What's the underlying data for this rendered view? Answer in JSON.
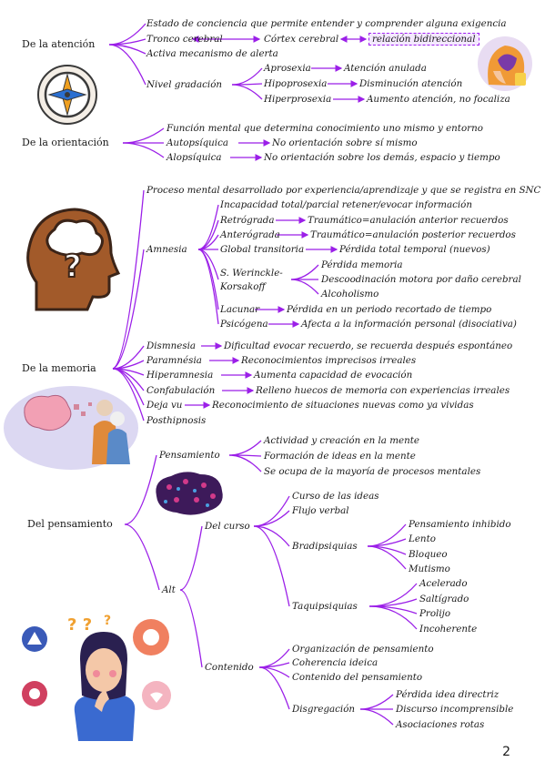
{
  "colors": {
    "line": "#9b1fe8",
    "text": "#1a1a1a"
  },
  "atencion": {
    "title": "De la atención",
    "l1": "Estado de conciencia que permite entender y comprender alguna exigencia",
    "tronco": "Tronco cerebral",
    "cortex": "Córtex cerebral",
    "bidir": "relación bidireccional",
    "l3": "Activa mecanismo de alerta",
    "nivel": "Nivel gradación",
    "aprosexia": "Aprosexia",
    "aprosexia_d": "Atención anulada",
    "hipoprosexia": "Hipoprosexia",
    "hipoprosexia_d": "Disminución atención",
    "hiperprosexia": "Hiperprosexia",
    "hiperprosexia_d": "Aumento atención, no focaliza"
  },
  "orientacion": {
    "title": "De la orientación",
    "l1": "Función mental que determina conocimiento uno mismo y entorno",
    "auto": "Autopsíquica",
    "auto_d": "No orientación sobre sí mismo",
    "alo": "Alopsíquica",
    "alo_d": "No orientación sobre los demás, espacio y tiempo"
  },
  "memoria": {
    "title": "De la memoria",
    "l1": "Proceso mental desarrollado por experiencia/aprendizaje y que se registra en SNC",
    "amnesia": "Amnesia",
    "a1": "Incapacidad total/parcial retener/evocar información",
    "retro": "Retrógrada",
    "retro_d": "Traumático=anulación anterior recuerdos",
    "antero": "Anterógrada",
    "antero_d": "Traumático=anulación posterior recuerdos",
    "global": "Global transitoria",
    "global_d": "Pérdida total temporal (nuevos)",
    "sw1": "S. Werinckle-",
    "sw2": "Korsakoff",
    "sw_a": "Pérdida memoria",
    "sw_b": "Descoodinación motora por daño cerebral",
    "sw_c": "Alcoholismo",
    "lacunar": "Lacunar",
    "lacunar_d": "Pérdida en un periodo recortado de tiempo",
    "psicogena": "Psicógena",
    "psicogena_d": "Afecta a la información personal (disociativa)",
    "dismnesia": "Dismnesia",
    "dismnesia_d": "Dificultad evocar recuerdo, se recuerda después espontáneo",
    "paramnesia": "Paramnésia",
    "paramnesia_d": "Reconocimientos imprecisos irreales",
    "hiperamnesia": "Hiperamnesia",
    "hiperamnesia_d": "Aumenta capacidad de evocación",
    "confab": "Confabulación",
    "confab_d": "Relleno huecos de memoria con experiencias irreales",
    "dejavu": "Deja vu",
    "dejavu_d": "Reconocimiento de situaciones nuevas como ya vividas",
    "posthip": "Posthipnosis"
  },
  "pensamiento": {
    "title": "Del pensamiento",
    "pens": "Pensamiento",
    "p1": "Actividad y creación en la mente",
    "p2": "Formación de ideas en la mente",
    "p3": "Se ocupa de la mayoría de procesos mentales",
    "alt": "Alt",
    "curso": "Del curso",
    "c1": "Curso de las ideas",
    "c2": "Flujo verbal",
    "bradi": "Bradipsiquias",
    "b1": "Pensamiento inhibido",
    "b2": "Lento",
    "b3": "Bloqueo",
    "b4": "Mutismo",
    "taqui": "Taquipsiquias",
    "t1": "Acelerado",
    "t2": "Saltígrado",
    "t3": "Prolijo",
    "t4": "Incoherente",
    "contenido": "Contenido",
    "k1": "Organización de pensamiento",
    "k2": "Coherencia ideica",
    "k3": "Contenido del pensamiento",
    "disg": "Disgregación",
    "d1": "Pérdida idea directriz",
    "d2": "Discurso incomprensible",
    "d3": "Asociaciones rotas"
  },
  "page_number": "2",
  "icons": [
    "compass-icon",
    "head-puzzle-icon",
    "head-question-icon",
    "brain-icon",
    "memory-illustration",
    "thinking-woman-illustration"
  ]
}
